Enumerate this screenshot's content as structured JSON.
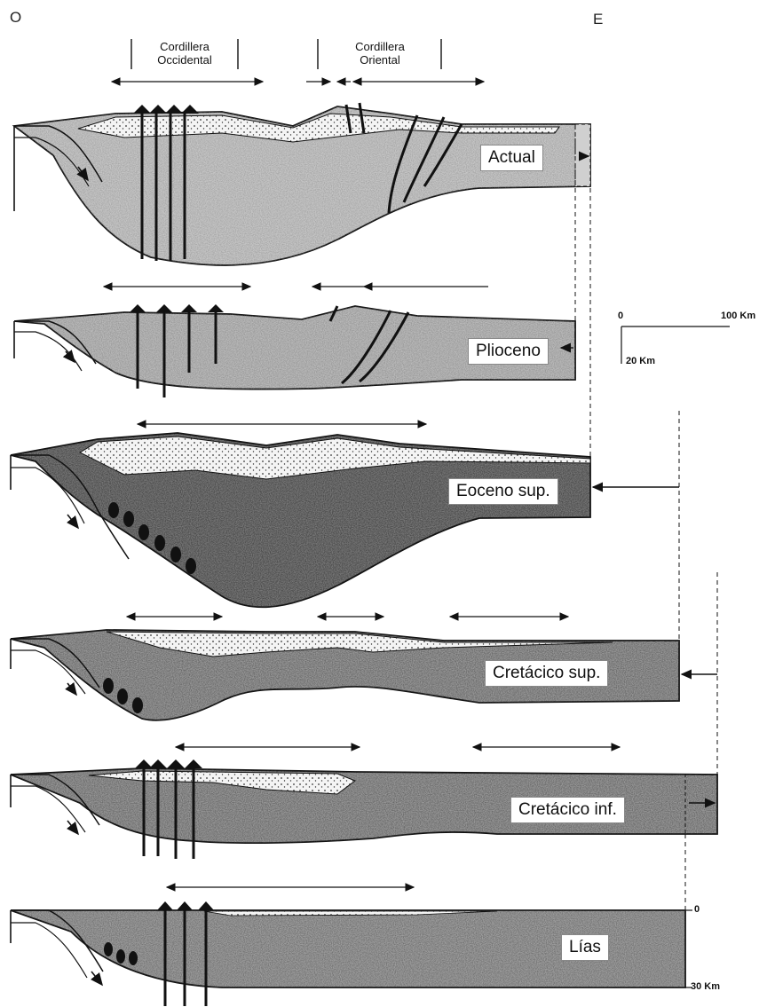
{
  "corners": {
    "west": "O",
    "east": "E"
  },
  "ranges": {
    "occidental": [
      "Cordillera",
      "Occidental"
    ],
    "oriental": [
      "Cordillera",
      "Oriental"
    ]
  },
  "stages": {
    "actual": "Actual",
    "plioceno": "Plioceno",
    "eoceno": "Eoceno sup.",
    "cretsup": "Cretácico sup.",
    "cretinf": "Cretácico inf.",
    "lias": "Lías"
  },
  "scale": {
    "zero": "0",
    "hundred": "100 Km",
    "twenty": "20 Km"
  },
  "depth": {
    "top": "0",
    "bottom": "30 Km"
  },
  "colors": {
    "ink": "#111111",
    "light_fill": "#cfcfcf",
    "dark_fill": "#6a6a6a"
  }
}
